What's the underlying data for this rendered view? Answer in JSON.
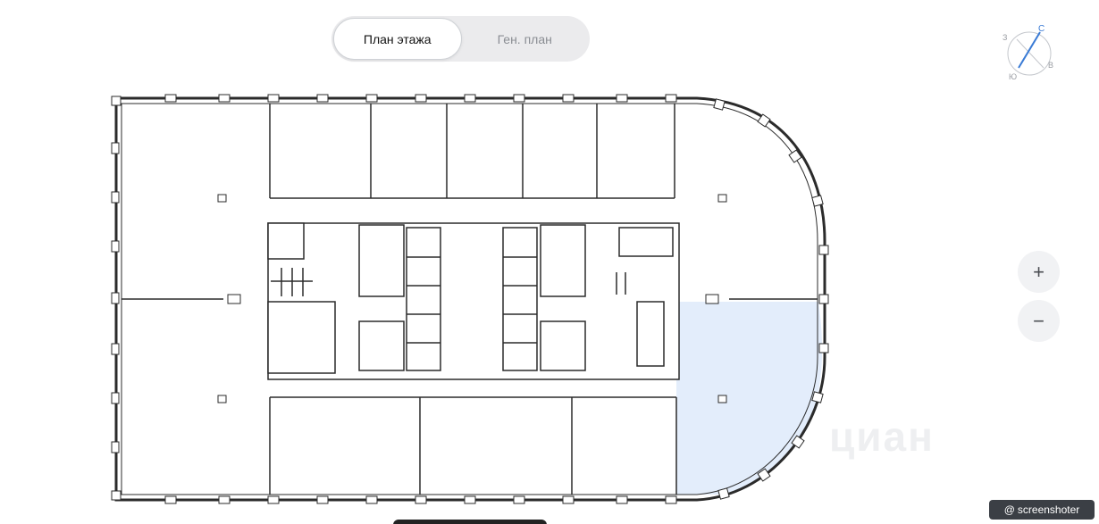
{
  "view_tabs": {
    "floor_plan": "План этажа",
    "site_plan": "Ген. план",
    "active": "floor_plan"
  },
  "compass": {
    "north": "С",
    "east": "В",
    "south": "Ю",
    "west": "З"
  },
  "zoom": {
    "in_label": "+",
    "out_label": "−"
  },
  "watermark": "циан",
  "badge": {
    "icon": "@",
    "text": "screenshoter"
  },
  "colors": {
    "highlight": "#e3edfb",
    "wall": "#2b2b2b",
    "compass": "#3a7bd5"
  }
}
